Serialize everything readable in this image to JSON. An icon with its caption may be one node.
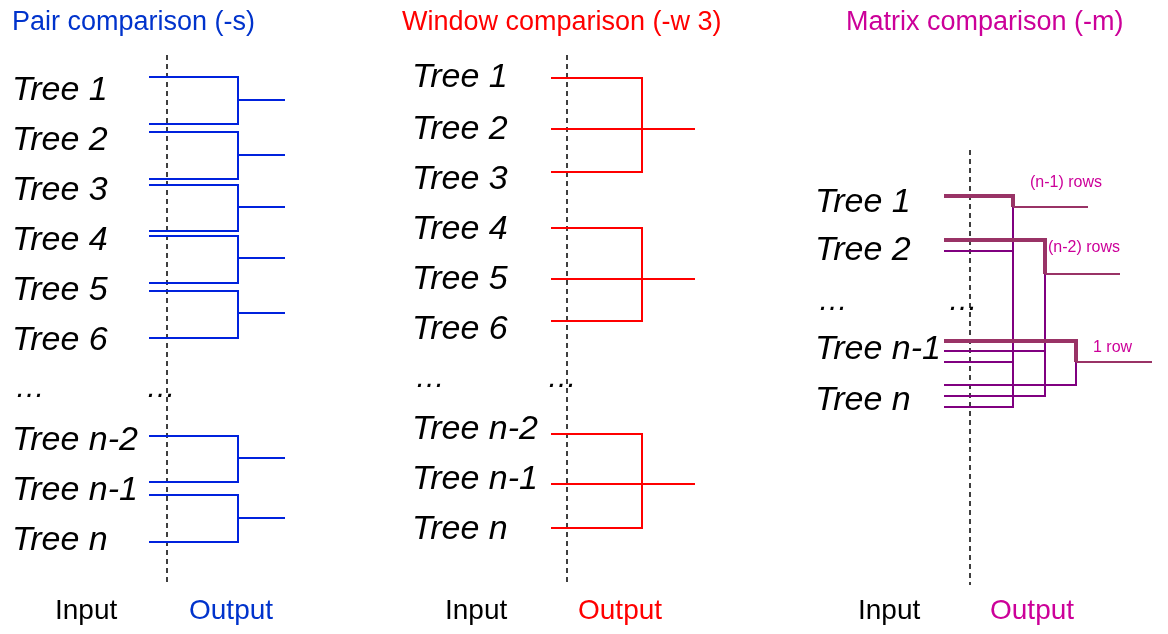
{
  "diagram": {
    "nodes": [
      {
        "text": [
          "Tree 1"
        ]
      },
      {
        "text": [
          "Tree 2"
        ]
      },
      {
        "text": [
          "Tree 3"
        ]
      },
      {
        "text": [
          "Tree 4"
        ]
      },
      {
        "text": [
          "Tree 5"
        ]
      },
      {
        "text": [
          "Tree 6"
        ]
      },
      {
        "text": [
          "Tree n-2"
        ]
      },
      {
        "text": [
          "Tree n-1"
        ]
      },
      {
        "text": [
          "Tree n"
        ]
      },
      {
        "text": [
          "Tree 1"
        ]
      },
      {
        "text": [
          "Tree 2"
        ]
      },
      {
        "text": [
          "Tree 3"
        ]
      },
      {
        "text": [
          "Tree 4"
        ]
      },
      {
        "text": [
          "Tree 5"
        ]
      },
      {
        "text": [
          "Tree 6"
        ]
      },
      {
        "text": [
          "Tree n-2"
        ]
      },
      {
        "text": [
          "Tree n-1"
        ]
      },
      {
        "text": [
          "Tree n"
        ]
      },
      {
        "text": [
          "Tree 1"
        ]
      },
      {
        "text": [
          "Tree 2"
        ]
      },
      {
        "text": [
          "Tree n-1"
        ]
      },
      {
        "text": [
          "Tree n"
        ]
      }
    ],
    "edges": [
      {
        "from": 0,
        "to": null,
        "arrow": "none"
      },
      {
        "from": 1,
        "to": null,
        "arrow": "none"
      },
      {
        "from": 1,
        "to": null,
        "arrow": "none"
      },
      {
        "from": 2,
        "to": null,
        "arrow": "none"
      },
      {
        "from": 2,
        "to": null,
        "arrow": "none"
      },
      {
        "from": 3,
        "to": null,
        "arrow": "none"
      },
      {
        "from": 3,
        "to": null,
        "arrow": "none"
      },
      {
        "from": 4,
        "to": null,
        "arrow": "none"
      },
      {
        "from": 4,
        "to": null,
        "arrow": "none"
      },
      {
        "from": 5,
        "to": null,
        "arrow": "none"
      },
      {
        "from": 6,
        "to": null,
        "arrow": "none"
      },
      {
        "from": 7,
        "to": null,
        "arrow": "none"
      },
      {
        "from": 7,
        "to": null,
        "arrow": "none"
      },
      {
        "from": 8,
        "to": null,
        "arrow": "none"
      },
      {
        "from": 9,
        "to": null,
        "arrow": "none",
        "color": "#ff0000"
      },
      {
        "from": 10,
        "to": null,
        "arrow": "none",
        "color": "#ff0000"
      },
      {
        "from": 11,
        "to": null,
        "arrow": "none",
        "color": "#ff0000"
      },
      {
        "from": 12,
        "to": null,
        "arrow": "none",
        "color": "#ff0000"
      },
      {
        "from": 13,
        "to": null,
        "arrow": "none",
        "color": "#ff0000"
      },
      {
        "from": 14,
        "to": null,
        "arrow": "none",
        "color": "#ff0000"
      },
      {
        "from": 15,
        "to": null,
        "arrow": "none",
        "color": "#ff0000"
      },
      {
        "from": 16,
        "to": null,
        "arrow": "none",
        "color": "#ff0000"
      },
      {
        "from": 17,
        "to": null,
        "arrow": "none",
        "color": "#ff0000"
      },
      {
        "from": 18,
        "to": null,
        "arrow": "none",
        "style": "thick",
        "color": "#993366",
        "label": "(n-1) rows"
      },
      {
        "from": 19,
        "to": null,
        "arrow": "none",
        "color": "#800080"
      },
      {
        "from": 20,
        "to": null,
        "arrow": "none",
        "color": "#800080"
      },
      {
        "from": 21,
        "to": null,
        "arrow": "none",
        "color": "#800080"
      },
      {
        "from": 19,
        "to": null,
        "arrow": "none",
        "style": "thick",
        "color": "#993366",
        "label": "(n-2) rows"
      },
      {
        "from": 20,
        "to": null,
        "arrow": "none",
        "color": "#800080"
      },
      {
        "from": 21,
        "to": null,
        "arrow": "none",
        "color": "#800080"
      },
      {
        "from": 20,
        "to": null,
        "arrow": "none",
        "style": "thick",
        "color": "#993366",
        "label": "1 row"
      },
      {
        "from": 21,
        "to": null,
        "arrow": "none",
        "color": "#800080"
      }
    ],
    "labels": [
      "Pair comparison (-s)",
      "Window comparison (-w 3)",
      "Matrix comparison (-m)",
      "…",
      "…",
      "…",
      "…",
      "…",
      "…",
      "Input",
      "Output",
      "Input",
      "Output",
      "Input",
      "Output"
    ]
  }
}
